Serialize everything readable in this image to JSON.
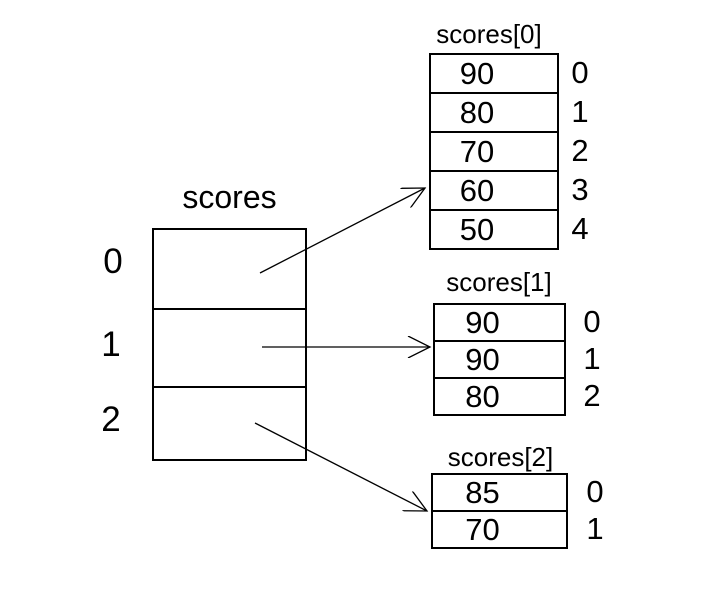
{
  "diagram": {
    "background_color": "#ffffff",
    "line_color": "#000000",
    "main_array": {
      "title": "scores",
      "indices": [
        "0",
        "1",
        "2"
      ]
    },
    "sub_arrays": [
      {
        "title": "scores[0]",
        "values": [
          "90",
          "80",
          "70",
          "60",
          "50"
        ],
        "indices": [
          "0",
          "1",
          "2",
          "3",
          "4"
        ]
      },
      {
        "title": "scores[1]",
        "values": [
          "90",
          "90",
          "80"
        ],
        "indices": [
          "0",
          "1",
          "2"
        ]
      },
      {
        "title": "scores[2]",
        "values": [
          "85",
          "70"
        ],
        "indices": [
          "0",
          "1"
        ]
      }
    ]
  }
}
